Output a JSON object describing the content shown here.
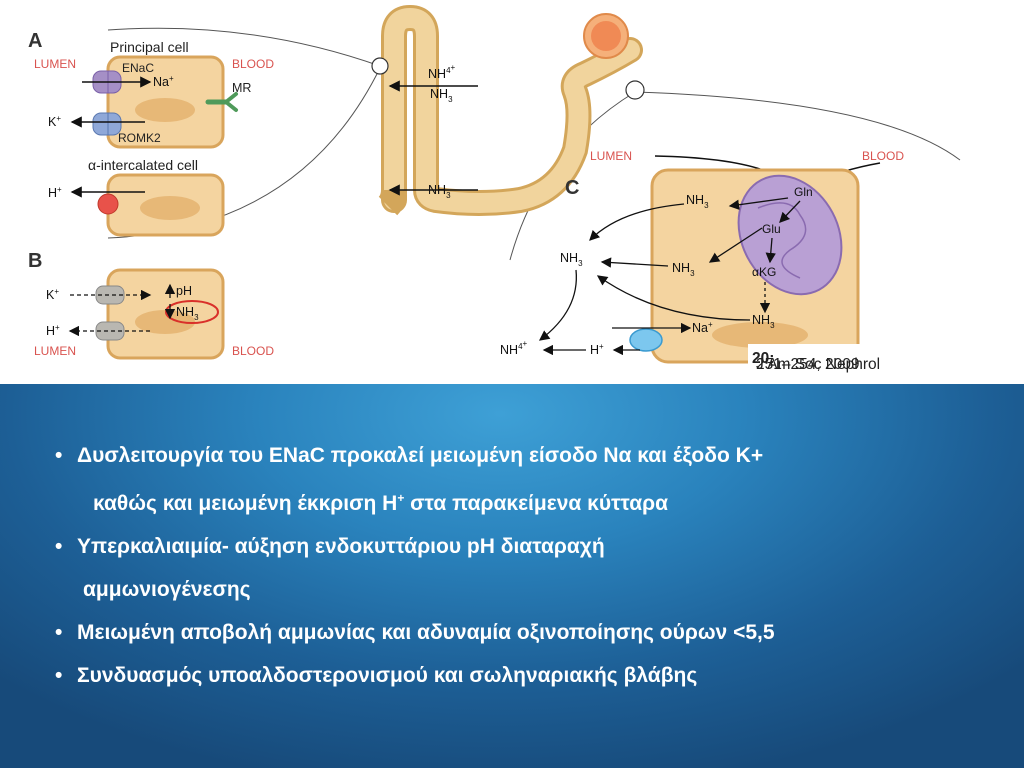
{
  "figure": {
    "panel_a_label": "A",
    "panel_b_label": "B",
    "panel_c_label": "C",
    "principal_cell_title": "Principal cell",
    "intercalated_cell_title": "α-intercalated cell",
    "lumen": "LUMEN",
    "blood": "BLOOD",
    "enac": "ENaC",
    "na": "Na",
    "na_sup": "+",
    "k": "K",
    "k_sup": "+",
    "h": "H",
    "h_sup": "+",
    "romk2": "ROMK2",
    "mr": "MR",
    "ph": "pH",
    "nh3": "NH",
    "nh3_sub": "3",
    "nh4": "NH",
    "nh4_sub": "4",
    "nh4_sup": "+",
    "gln": "Gln",
    "glu": "Glu",
    "akg": "αKG",
    "citation_text": "J Am Soc Nephrol ",
    "citation_bold": "20:",
    "citation_pages": " 251–254, 2009"
  },
  "bullets": [
    {
      "id": "b1",
      "text": "Δυσλειτουργία του ENaC προκαλεί μειωμένη είσοδο Να και έξοδο Κ+"
    },
    {
      "id": "b1c",
      "text_pre": "καθώς και μειωμένη έκκριση Η",
      "text_sup": "+",
      "text_post": " στα παρακείμενα κύτταρα"
    },
    {
      "id": "b2",
      "text": "Υπερκαλιαιμία- αύξηση ενδοκυττάριου pH διαταραχή"
    },
    {
      "id": "b2c",
      "text": "αμμωνιογένεσης"
    },
    {
      "id": "b3",
      "text": "Μειωμένη αποβολή αμμωνίας και αδυναμία οξινοποίησης ούρων <5,5"
    },
    {
      "id": "b4",
      "text": "Συνδυασμός υποαλδοστερονισμού και σωληναριακής βλάβης"
    }
  ],
  "bullet_symbol": "•",
  "colors": {
    "lumen_red": "#d9534f",
    "blood_red": "#d9534f",
    "cell_fill": "#f3d29c",
    "tubule_fill": "#efc883",
    "mito_fill": "#b59bd0",
    "bg_blue": "#2a83bd"
  }
}
